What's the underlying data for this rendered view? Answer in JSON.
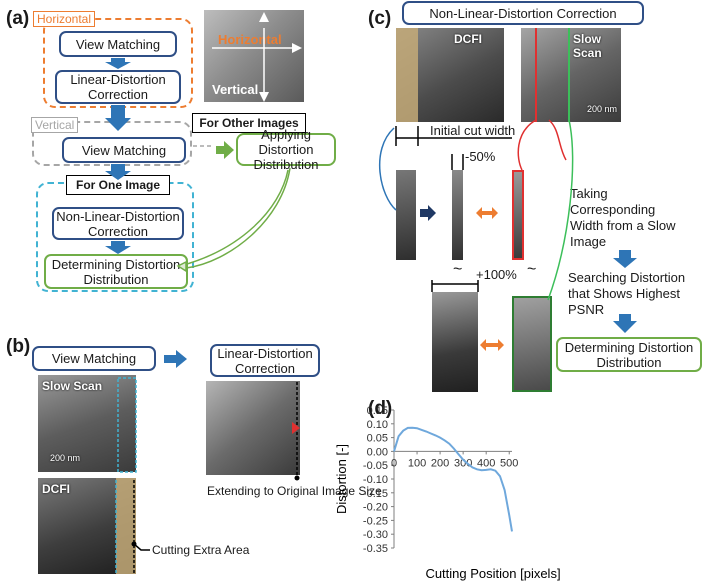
{
  "panels": {
    "a": "(a)",
    "b": "(b)",
    "c": "(c)",
    "d": "(d)"
  },
  "a": {
    "horizontal_tag": "Horizontal",
    "vertical_tag": "Vertical",
    "view_matching_1": "View Matching",
    "linear_distortion": "Linear-Distortion Correction",
    "view_matching_2": "View Matching",
    "for_other_images": "For Other Images",
    "applying_distortion": "Applying Distortion Distribution",
    "for_one_image": "For One Image",
    "nonlinear_correction": "Non-Linear-Distortion Correction",
    "determining": "Determining Distortion Distribution",
    "img_horizontal": "Horizontal",
    "img_vertical": "Vertical"
  },
  "b": {
    "view_matching": "View Matching",
    "linear_distortion": "Linear-Distortion Correction",
    "slow_scan": "Slow Scan",
    "scale": "200 nm",
    "dcfi": "DCFI",
    "extending": "Extending to Original Image Size",
    "cutting": "Cutting Extra Area"
  },
  "c": {
    "title": "Non-Linear-Distortion Correction",
    "dcfi": "DCFI",
    "slow_scan": "Slow Scan",
    "scale": "200 nm",
    "initial_cut": "Initial cut width",
    "minus50": "-50%",
    "plus100": "+100%",
    "tilde": "~",
    "taking": "Taking Corresponding Width from a Slow Image",
    "searching": "Searching Distortion that Shows Highest PSNR",
    "determining": "Determining Distortion Distribution"
  },
  "colors": {
    "blue_arrow": "#2e75b6",
    "orange": "#ed7d31",
    "green": "#70ad47",
    "navy": "#1f3864",
    "box_border": "#2f4f86",
    "red": "#e03030",
    "line": "#6fa8dc"
  },
  "chart_data": {
    "type": "line",
    "xlabel": "Cutting Position [pixels]",
    "ylabel": "Distortion [-]",
    "xlim": [
      0,
      512
    ],
    "ylim": [
      -0.35,
      0.15
    ],
    "xticks": [
      0,
      100,
      200,
      300,
      400,
      500
    ],
    "yticks": [
      0.15,
      0.1,
      0.05,
      0.0,
      -0.05,
      -0.1,
      -0.15,
      -0.2,
      -0.25,
      -0.3,
      -0.35
    ],
    "ytick_labels": [
      "0.15",
      "0.10",
      "0.05",
      "0.00",
      "-0.05",
      "-0.10",
      "-0.15",
      "-0.20",
      "-0.25",
      "-0.30",
      "-0.35"
    ],
    "grid": false,
    "series": [
      {
        "x": [
          0,
          20,
          40,
          60,
          80,
          100,
          120,
          140,
          160,
          180,
          200,
          220,
          240,
          260,
          280,
          300,
          320,
          340,
          360,
          380,
          400,
          420,
          440,
          460,
          480,
          500,
          512
        ],
        "y": [
          0,
          0.055,
          0.075,
          0.085,
          0.086,
          0.084,
          0.078,
          0.072,
          0.065,
          0.058,
          0.05,
          0.04,
          0.028,
          0.01,
          -0.01,
          -0.03,
          -0.045,
          -0.058,
          -0.065,
          -0.068,
          -0.067,
          -0.065,
          -0.07,
          -0.09,
          -0.14,
          -0.23,
          -0.29
        ]
      }
    ]
  }
}
